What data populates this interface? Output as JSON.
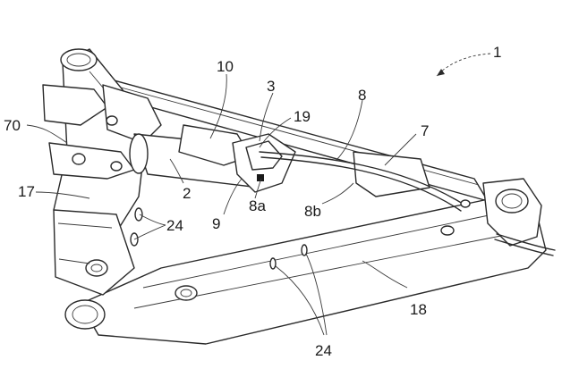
{
  "labels": {
    "l1": "1",
    "l70": "70",
    "l10": "10",
    "l3": "3",
    "l19": "19",
    "l8": "8",
    "l7": "7",
    "l17": "17",
    "l2": "2",
    "l9": "9",
    "l8a": "8a",
    "l8b": "8b",
    "l24_upper": "24",
    "l18": "18",
    "l24_lower": "24"
  }
}
